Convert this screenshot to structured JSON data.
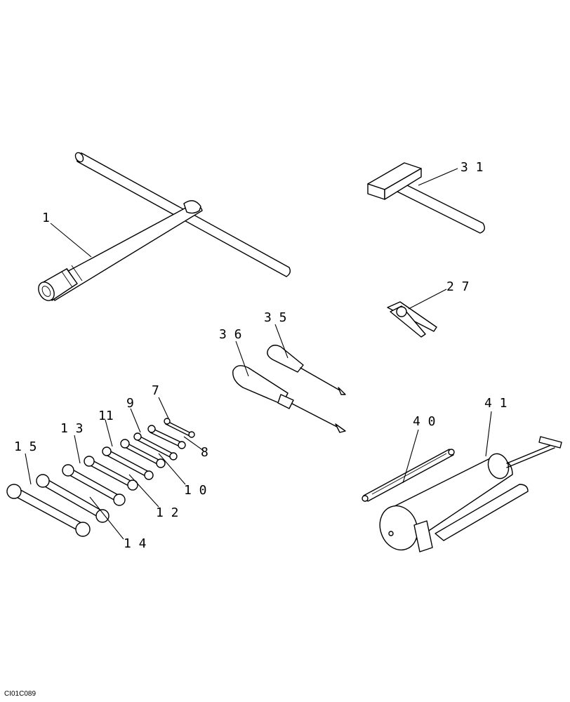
{
  "drawing_code": "CI01C089",
  "callouts": {
    "c1": "1",
    "c31": "3 1",
    "c27": "2 7",
    "c35": "3 5",
    "c36": "3 6",
    "c7": "7",
    "c9": "9",
    "c11": "11",
    "c13": "1 3",
    "c15": "1 5",
    "c8": "8",
    "c10": "1 0",
    "c12": "1 2",
    "c14": "1 4",
    "c40": "4 0",
    "c41": "4 1"
  },
  "parts": [
    {
      "id": "1",
      "name": "t-handle-socket-wrench"
    },
    {
      "id": "31",
      "name": "hammer"
    },
    {
      "id": "27",
      "name": "pliers"
    },
    {
      "id": "35",
      "name": "small-screwdriver"
    },
    {
      "id": "36",
      "name": "large-screwdriver"
    },
    {
      "id": "7",
      "name": "wrench"
    },
    {
      "id": "8",
      "name": "wrench"
    },
    {
      "id": "9",
      "name": "wrench"
    },
    {
      "id": "10",
      "name": "wrench"
    },
    {
      "id": "11",
      "name": "wrench"
    },
    {
      "id": "12",
      "name": "wrench"
    },
    {
      "id": "13",
      "name": "wrench"
    },
    {
      "id": "14",
      "name": "wrench"
    },
    {
      "id": "15",
      "name": "wrench"
    },
    {
      "id": "40",
      "name": "grease-gun-hose"
    },
    {
      "id": "41",
      "name": "grease-gun"
    }
  ]
}
